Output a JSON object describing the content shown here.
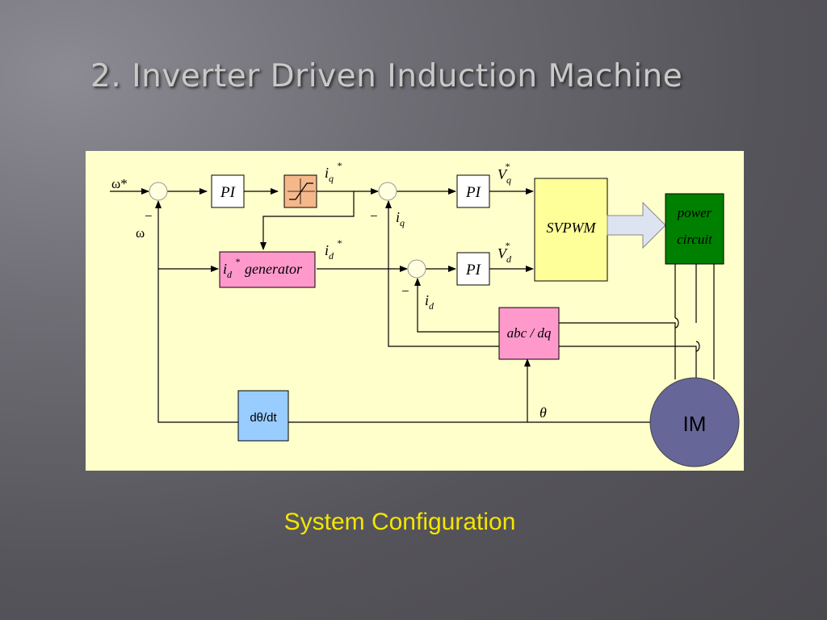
{
  "slide": {
    "title": "2. Inverter Driven Induction Machine",
    "caption": "System Configuration"
  },
  "diagram": {
    "signals": {
      "omega_ref": "ω*",
      "omega_fb_sign": "−",
      "omega_fb": "ω",
      "iq_ref": "i",
      "iq_ref_sub": "q",
      "iq_ref_sup": "*",
      "iq_fb_sign": "−",
      "iq_fb": "i",
      "iq_fb_sub": "q",
      "id_ref": "i",
      "id_ref_sub": "d",
      "id_ref_sup": "*",
      "id_fb_sign": "−",
      "id_fb": "i",
      "id_fb_sub": "d",
      "vq_ref": "V",
      "vq_ref_sub": "q",
      "vq_ref_sup": "*",
      "vd_ref": "V",
      "vd_ref_sub": "d",
      "vd_ref_sup": "*",
      "theta": "θ"
    },
    "blocks": {
      "speed_pi": "PI",
      "iq_pi": "PI",
      "id_pi": "PI",
      "id_gen_main": "i",
      "id_gen_sub": "d",
      "id_gen_sup": "*",
      "id_gen_text": "generator",
      "svpwm": "SVPWM",
      "power_line1": "power",
      "power_line2": "circuit",
      "abc_dq": "abc / dq",
      "derivative": "dθ/dt",
      "motor": "IM"
    },
    "colors": {
      "panel": "#ffffcc",
      "limiter": "#f5b88a",
      "generator": "#ff99cc",
      "svpwm": "#ffff99",
      "power": "#008000",
      "abc_dq": "#ff99cc",
      "derivative": "#99ccff",
      "motor": "#666699",
      "arrow": "#dde3f0"
    }
  }
}
